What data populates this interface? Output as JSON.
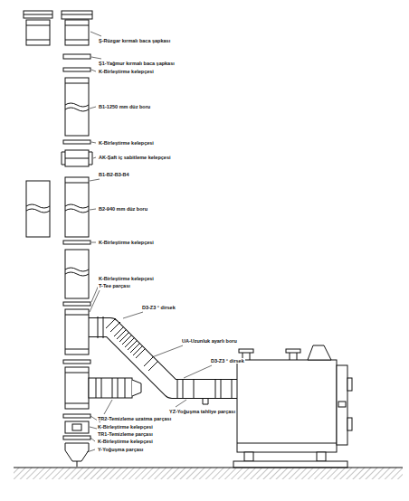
{
  "diagram": {
    "labels": [
      "Ş-Rüzgar kırmalı baca şapkası",
      "Ş1-Yağmur kırmalı baca şapkası",
      "K-Birleştirme kelepçesi",
      "B1-1250 mm düz boru",
      "K-Birleştirme kelepçesi",
      "AK-Şaft iç sabitleme kelepçesi",
      "B1-B2-B3-B4",
      "B2-940 mm düz boru",
      "K-Birleştirme kelepçesi",
      "K-Birleştirme kelepçesi",
      "T-Tee parçası",
      "D3-Z3 ° dirsek",
      "UA-Uzunluk ayarlı boru",
      "D3-Z3 ° dirsek",
      "YZ-Yoğuşma tahliye parçası",
      "TR2-Temizleme uzatma parçası",
      "K-Birleştirme kelepçesi",
      "TR1-Temizleme parçası",
      "K-Birleştirme kelepçesi",
      "Y-Yoğuşma parçası"
    ]
  }
}
